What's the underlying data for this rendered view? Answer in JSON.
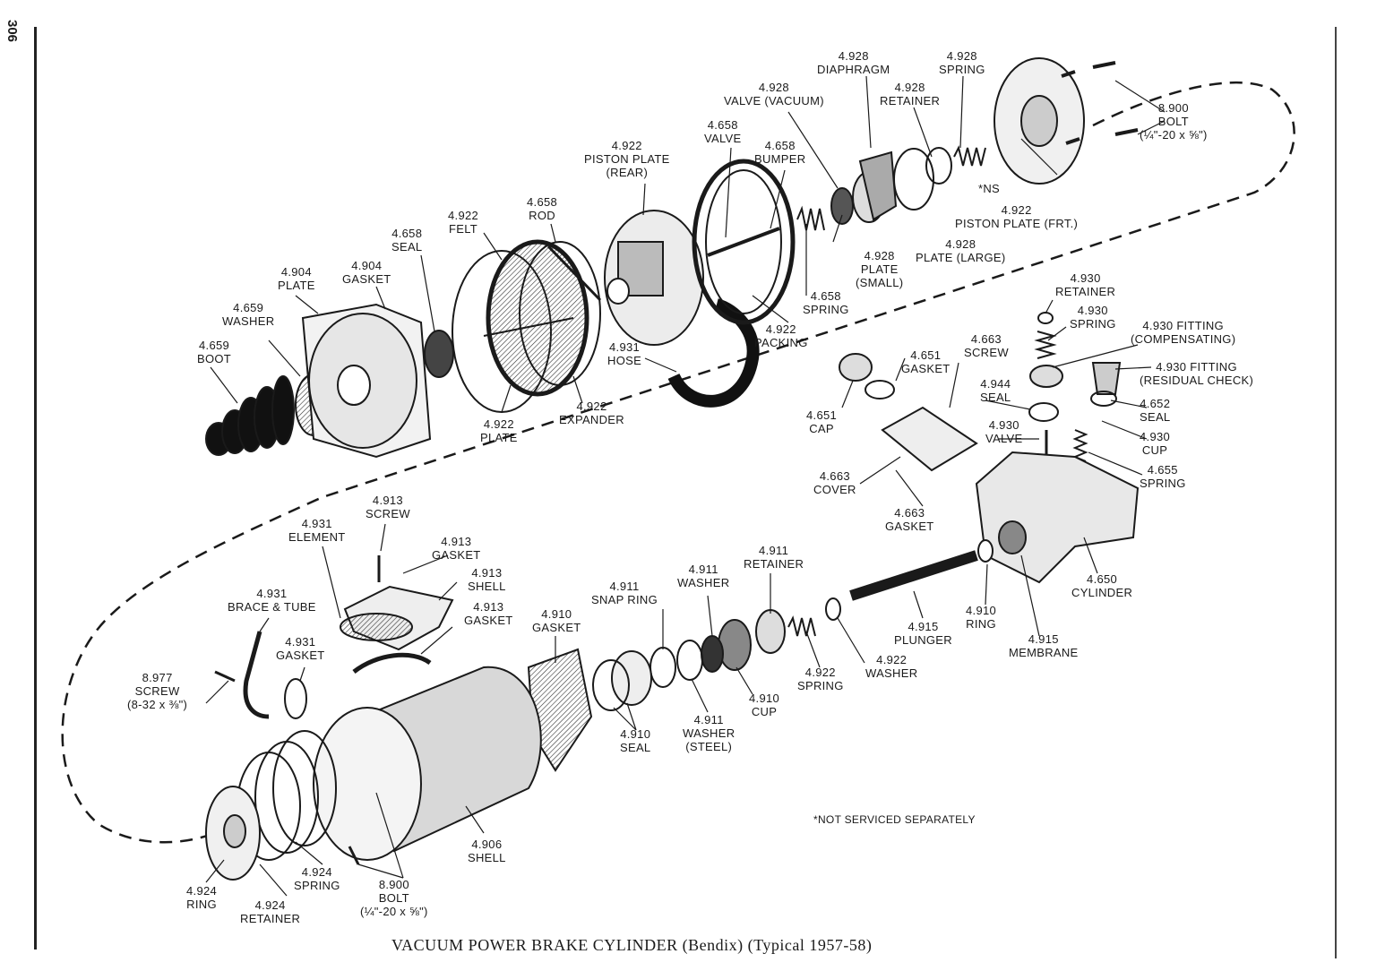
{
  "page_number": "306",
  "caption": "VACUUM POWER BRAKE CYLINDER (Bendix) (Typical 1957-58)",
  "note": "*NOT SERVICED SEPARATELY",
  "labels": [
    {
      "id": "diaphragm",
      "lines": [
        "4.928",
        "DIAPHRAGM"
      ]
    },
    {
      "id": "spring-928",
      "lines": [
        "4.928",
        "SPRING"
      ]
    },
    {
      "id": "retainer-928",
      "lines": [
        "4.928",
        "RETAINER"
      ]
    },
    {
      "id": "valve-vacuum",
      "lines": [
        "4.928",
        "VALVE (VACUUM)"
      ]
    },
    {
      "id": "bolt-front",
      "lines": [
        "8.900",
        "BOLT",
        "(¼\"-20 x ⅝\")"
      ]
    },
    {
      "id": "valve-658",
      "lines": [
        "4.658",
        "VALVE"
      ]
    },
    {
      "id": "bumper",
      "lines": [
        "4.658",
        "BUMPER"
      ]
    },
    {
      "id": "piston-plate-rear",
      "lines": [
        "4.922",
        "PISTON PLATE",
        "(REAR)"
      ]
    },
    {
      "id": "ns",
      "lines": [
        "*NS"
      ]
    },
    {
      "id": "piston-plate-frt",
      "lines": [
        "4.922",
        "PISTON PLATE (FRT.)"
      ]
    },
    {
      "id": "rod",
      "lines": [
        "4.658",
        "ROD"
      ]
    },
    {
      "id": "felt",
      "lines": [
        "4.922",
        "FELT"
      ]
    },
    {
      "id": "seal-658",
      "lines": [
        "4.658",
        "SEAL"
      ]
    },
    {
      "id": "plate-small",
      "lines": [
        "4.928",
        "PLATE",
        "(SMALL)"
      ]
    },
    {
      "id": "plate-large",
      "lines": [
        "4.928",
        "PLATE (LARGE)"
      ]
    },
    {
      "id": "plate-904",
      "lines": [
        "4.904",
        "PLATE"
      ]
    },
    {
      "id": "gasket-904",
      "lines": [
        "4.904",
        "GASKET"
      ]
    },
    {
      "id": "spring-658",
      "lines": [
        "4.658",
        "SPRING"
      ]
    },
    {
      "id": "retainer-930",
      "lines": [
        "4.930",
        "RETAINER"
      ]
    },
    {
      "id": "spring-930",
      "lines": [
        "4.930",
        "SPRING"
      ]
    },
    {
      "id": "washer-659",
      "lines": [
        "4.659",
        "WASHER"
      ]
    },
    {
      "id": "packing",
      "lines": [
        "4.922",
        "PACKING"
      ]
    },
    {
      "id": "fitting-comp",
      "lines": [
        "4.930 FITTING",
        "(COMPENSATING)"
      ]
    },
    {
      "id": "boot",
      "lines": [
        "4.659",
        "BOOT"
      ]
    },
    {
      "id": "hose",
      "lines": [
        "4.931",
        "HOSE"
      ]
    },
    {
      "id": "screw-663",
      "lines": [
        "4.663",
        "SCREW"
      ]
    },
    {
      "id": "gasket-651",
      "lines": [
        "4.651",
        "GASKET"
      ]
    },
    {
      "id": "fitting-res",
      "lines": [
        "4.930 FITTING",
        "(RESIDUAL CHECK)"
      ]
    },
    {
      "id": "seal-944",
      "lines": [
        "4.944",
        "SEAL"
      ]
    },
    {
      "id": "seal-652",
      "lines": [
        "4.652",
        "SEAL"
      ]
    },
    {
      "id": "plate-922",
      "lines": [
        "4.922",
        "PLATE"
      ]
    },
    {
      "id": "expander",
      "lines": [
        "4.922",
        "EXPANDER"
      ]
    },
    {
      "id": "cap",
      "lines": [
        "4.651",
        "CAP"
      ]
    },
    {
      "id": "valve-930",
      "lines": [
        "4.930",
        "VALVE"
      ]
    },
    {
      "id": "cup-930",
      "lines": [
        "4.930",
        "CUP"
      ]
    },
    {
      "id": "spring-655",
      "lines": [
        "4.655",
        "SPRING"
      ]
    },
    {
      "id": "cover",
      "lines": [
        "4.663",
        "COVER"
      ]
    },
    {
      "id": "screw-913",
      "lines": [
        "4.913",
        "SCREW"
      ]
    },
    {
      "id": "gasket-663",
      "lines": [
        "4.663",
        "GASKET"
      ]
    },
    {
      "id": "element",
      "lines": [
        "4.931",
        "ELEMENT"
      ]
    },
    {
      "id": "gasket-913a",
      "lines": [
        "4.913",
        "GASKET"
      ]
    },
    {
      "id": "shell-913",
      "lines": [
        "4.913",
        "SHELL"
      ]
    },
    {
      "id": "retainer-911",
      "lines": [
        "4.911",
        "RETAINER"
      ]
    },
    {
      "id": "cylinder",
      "lines": [
        "4.650",
        "CYLINDER"
      ]
    },
    {
      "id": "brace-tube",
      "lines": [
        "4.931",
        "BRACE & TUBE"
      ]
    },
    {
      "id": "gasket-913b",
      "lines": [
        "4.913",
        "GASKET"
      ]
    },
    {
      "id": "snap-ring",
      "lines": [
        "4.911",
        "SNAP RING"
      ]
    },
    {
      "id": "washer-911",
      "lines": [
        "4.911",
        "WASHER"
      ]
    },
    {
      "id": "gasket-910",
      "lines": [
        "4.910",
        "GASKET"
      ]
    },
    {
      "id": "ring-910",
      "lines": [
        "4.910",
        "RING"
      ]
    },
    {
      "id": "plunger",
      "lines": [
        "4.915",
        "PLUNGER"
      ]
    },
    {
      "id": "membrane",
      "lines": [
        "4.915",
        "MEMBRANE"
      ]
    },
    {
      "id": "gasket-931",
      "lines": [
        "4.931",
        "GASKET"
      ]
    },
    {
      "id": "spring-922",
      "lines": [
        "4.922",
        "SPRING"
      ]
    },
    {
      "id": "washer-922",
      "lines": [
        "4.922",
        "WASHER"
      ]
    },
    {
      "id": "screw-977",
      "lines": [
        "8.977",
        "SCREW",
        "(8-32 x ⅜\")"
      ]
    },
    {
      "id": "cup-910",
      "lines": [
        "4.910",
        "CUP"
      ]
    },
    {
      "id": "washer-steel",
      "lines": [
        "4.911",
        "WASHER",
        "(STEEL)"
      ]
    },
    {
      "id": "seal-910",
      "lines": [
        "4.910",
        "SEAL"
      ]
    },
    {
      "id": "shell-906",
      "lines": [
        "4.906",
        "SHELL"
      ]
    },
    {
      "id": "spring-924",
      "lines": [
        "4.924",
        "SPRING"
      ]
    },
    {
      "id": "bolt-rear",
      "lines": [
        "8.900",
        "BOLT",
        "(¼\"-20 x ⅝\")"
      ]
    },
    {
      "id": "ring-924",
      "lines": [
        "4.924",
        "RING"
      ]
    },
    {
      "id": "retainer-924",
      "lines": [
        "4.924",
        "RETAINER"
      ]
    }
  ]
}
